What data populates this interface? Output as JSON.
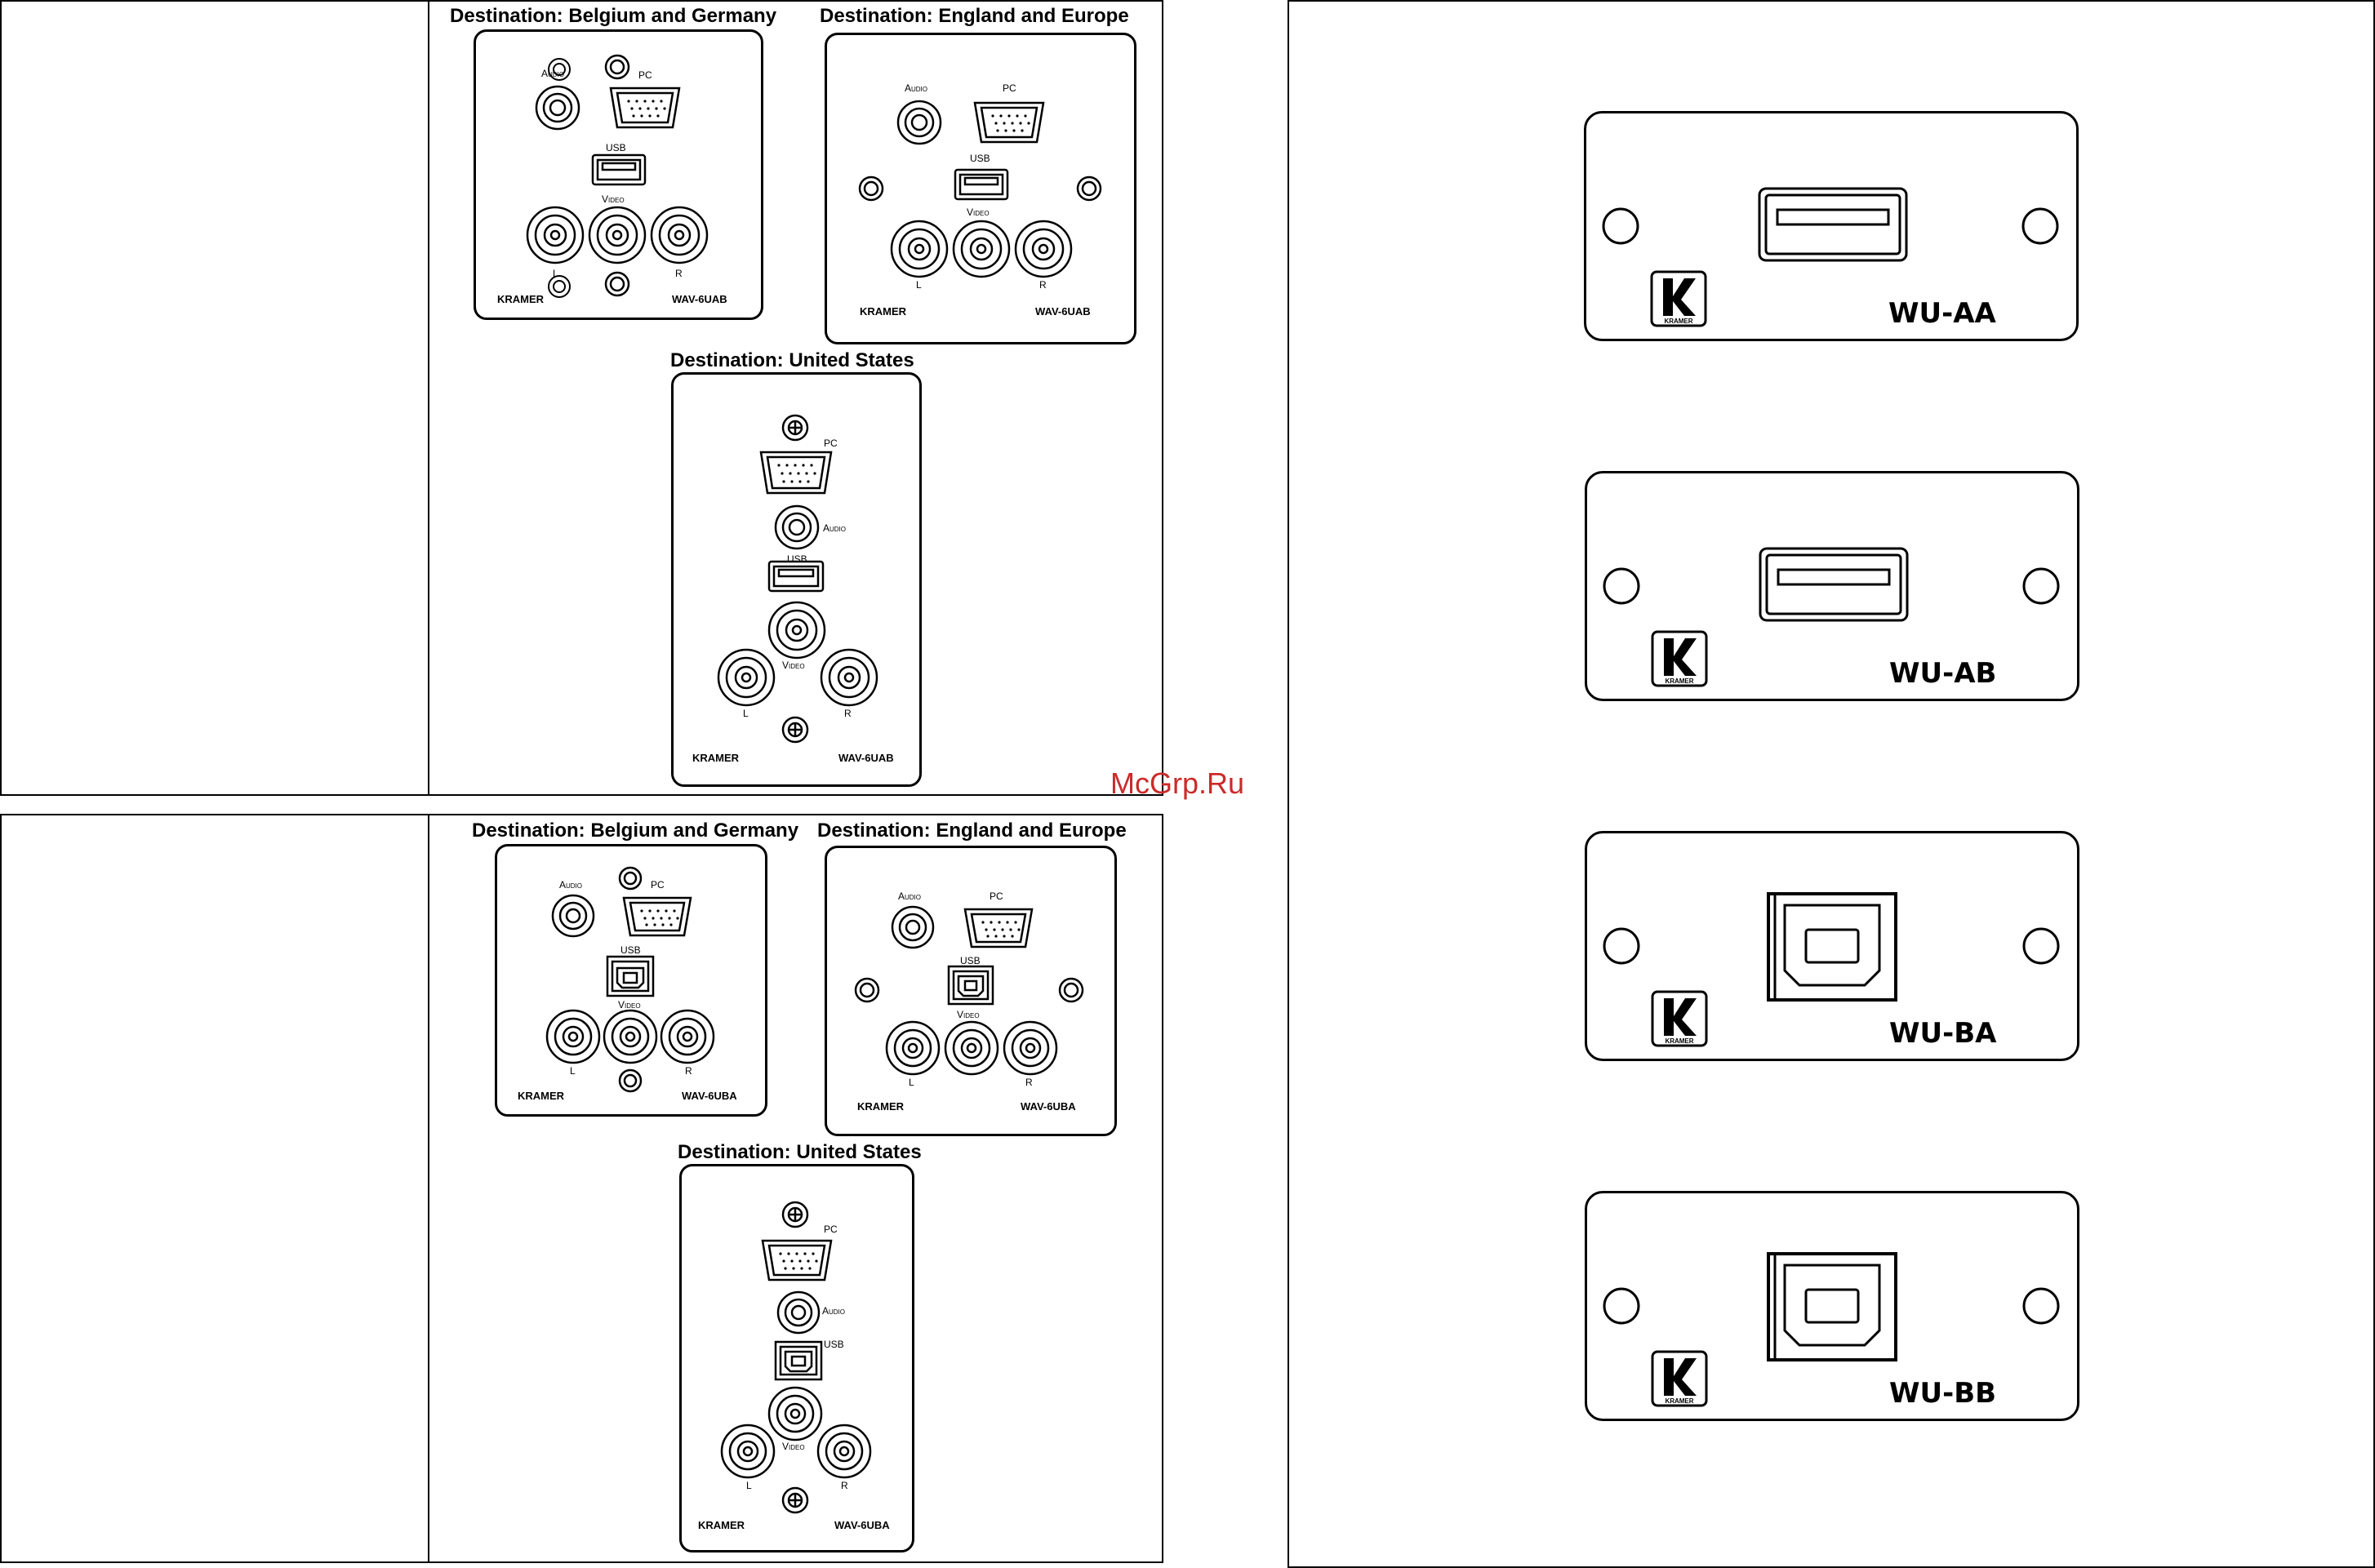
{
  "upper_section": {
    "belgium_germany": {
      "title": "Destination: Belgium and Germany",
      "audio": "Audio",
      "pc": "PC",
      "usb": "USB",
      "video": "Video",
      "l": "L",
      "r": "R",
      "brand": "KRAMER",
      "model": "WAV-6UAB"
    },
    "england_europe": {
      "title": "Destination: England and Europe",
      "audio": "Audio",
      "pc": "PC",
      "usb": "USB",
      "video": "Video",
      "l": "L",
      "r": "R",
      "brand": "KRAMER",
      "model": "WAV-6UAB"
    },
    "united_states": {
      "title": "Destination: United States",
      "audio": "Audio",
      "pc": "PC",
      "usb": "USB",
      "video": "Video",
      "l": "L",
      "r": "R",
      "brand": "KRAMER",
      "model": "WAV-6UAB"
    }
  },
  "lower_section": {
    "belgium_germany": {
      "title": "Destination: Belgium and Germany",
      "audio": "Audio",
      "pc": "PC",
      "usb": "USB",
      "video": "Video",
      "l": "L",
      "r": "R",
      "brand": "KRAMER",
      "model": "WAV-6UBA"
    },
    "england_europe": {
      "title": "Destination: England and Europe",
      "audio": "Audio",
      "pc": "PC",
      "usb": "USB",
      "video": "Video",
      "l": "L",
      "r": "R",
      "brand": "KRAMER",
      "model": "WAV-6UBA"
    },
    "united_states": {
      "title": "Destination: United States",
      "audio": "Audio",
      "pc": "PC",
      "usb": "USB",
      "video": "Video",
      "l": "L",
      "r": "R",
      "brand": "KRAMER",
      "model": "WAV-6UBA"
    }
  },
  "watermark": "McGrp.Ru",
  "modules": [
    {
      "name": "WU-AA",
      "connector": "usb-a",
      "logo_text": "KRAMER"
    },
    {
      "name": "WU-AB",
      "connector": "usb-a",
      "logo_text": "KRAMER"
    },
    {
      "name": "WU-BA",
      "connector": "usb-b",
      "logo_text": "KRAMER"
    },
    {
      "name": "WU-BB",
      "connector": "usb-b",
      "logo_text": "KRAMER"
    }
  ]
}
